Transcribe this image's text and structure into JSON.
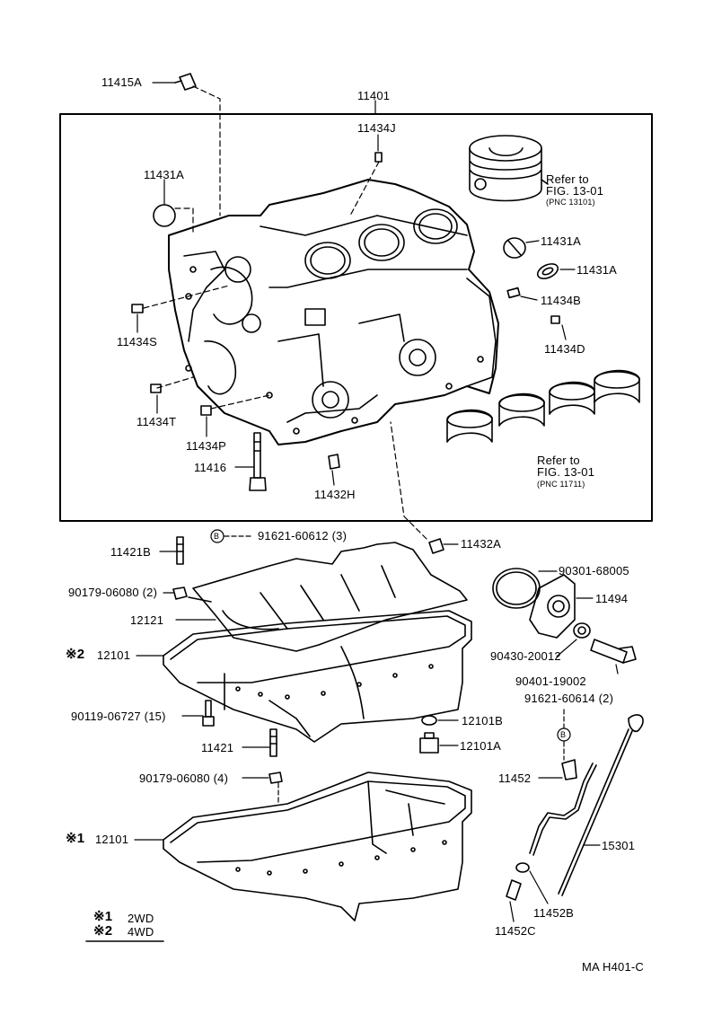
{
  "figure_code": "MA  H401-C",
  "parts": {
    "p11415A": "11415A",
    "p11401": "11401",
    "p11434J": "11434J",
    "p11431A_left": "11431A",
    "p11431A_r1": "11431A",
    "p11431A_r2": "11431A",
    "p11434B": "11434B",
    "p11434D": "11434D",
    "p11434S": "11434S",
    "p11434T": "11434T",
    "p11434P": "11434P",
    "p11416": "11416",
    "p11432H": "11432H",
    "p11432A": "11432A",
    "p91621_60612": "91621-60612 (3)",
    "p11421B": "11421B",
    "p90179_06080_2": "90179-06080 (2)",
    "p12121": "12121",
    "p12101_4wd": "12101",
    "p90119_06727": "90119-06727 (15)",
    "p11421": "11421",
    "p90179_06080_4": "90179-06080 (4)",
    "p12101_2wd": "12101",
    "p12101B": "12101B",
    "p12101A": "12101A",
    "p90301_68005": "90301-68005",
    "p11494": "11494",
    "p90430_20012": "90430-20012",
    "p90401_19002": "90401-19002",
    "p91621_60614": "91621-60614 (2)",
    "p11452": "11452",
    "p15301": "15301",
    "p11452B": "11452B",
    "p11452C": "11452C"
  },
  "refs": {
    "piston": {
      "line1": "Refer to",
      "line2": "FIG. 13-01",
      "line3": "(PNC  13101)"
    },
    "bearing": {
      "line1": "Refer to",
      "line2": "FIG. 13-01",
      "line3": "(PNC  11711)"
    }
  },
  "marks": {
    "m1": "※1",
    "m2": "※2",
    "b_symbol": "B"
  },
  "legend": {
    "row1_mark": "※1",
    "row1_text": "2WD",
    "row2_mark": "※2",
    "row2_text": "4WD"
  }
}
